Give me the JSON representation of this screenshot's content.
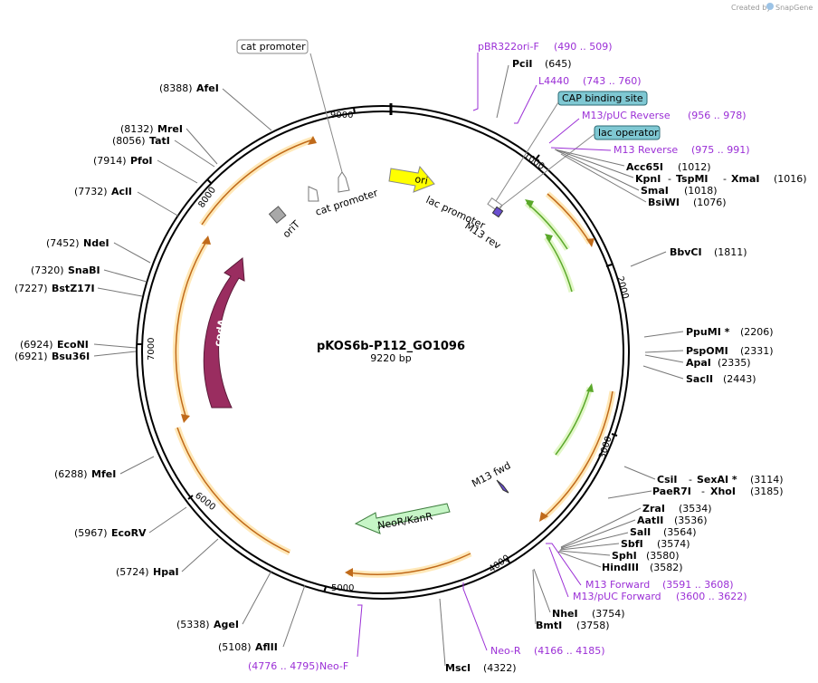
{
  "credit": {
    "prefix": "Created by",
    "brand": "SnapGene"
  },
  "plasmid": {
    "name": "pKOS6b-P112_GO1096",
    "length_label": "9220 bp",
    "length": 9220
  },
  "ticks": [
    "1000",
    "2000",
    "3000",
    "4000",
    "5000",
    "6000",
    "7000",
    "8000",
    "9000"
  ],
  "features": [
    {
      "label": "ori",
      "color": "#ffff00"
    },
    {
      "label": "lac promoter",
      "color": "#ffffff"
    },
    {
      "label": "M13 rev",
      "color": "#7b2fd6"
    },
    {
      "label": "cat promoter",
      "color": "#ffffff"
    },
    {
      "label": "oriT",
      "color": "#aaaaaa"
    },
    {
      "label": "codA",
      "color": "#9a2d60"
    },
    {
      "label": "NeoR/KanR",
      "color": "#c6f5c6"
    },
    {
      "label": "M13 fwd",
      "color": "#7b2fd6"
    }
  ],
  "boxed_labels": [
    {
      "text": "cat promoter",
      "fill": "#ffffff"
    },
    {
      "text": "CAP binding site",
      "fill": "#7fc8d3"
    },
    {
      "text": "lac operator",
      "fill": "#7fc8d3"
    }
  ],
  "primers_right": [
    {
      "name": "pBR322ori-F",
      "pos": "(490 .. 509)"
    },
    {
      "name": "L4440",
      "pos": "(743 .. 760)"
    },
    {
      "name": "M13/pUC Reverse",
      "pos": "(956 .. 978)"
    },
    {
      "name": "M13 Reverse",
      "pos": "(975 .. 991)"
    },
    {
      "name": "M13 Forward",
      "pos": "(3591 .. 3608)"
    },
    {
      "name": "M13/pUC Forward",
      "pos": "(3600 .. 3622)"
    },
    {
      "name": "Neo-R",
      "pos": "(4166 .. 4185)"
    }
  ],
  "primers_left": [
    {
      "name": "Neo-F",
      "pos": "(4776 .. 4795)"
    }
  ],
  "enzymes_right": [
    {
      "name": "PciI",
      "pos": "(645)"
    },
    {
      "name": "Acc65I",
      "pos": "(1012)"
    },
    {
      "name": "KpnI",
      "sep1": "-",
      "name2": "TspMI",
      "sep2": "-",
      "name3": "XmaI",
      "pos": "(1016)"
    },
    {
      "name": "SmaI",
      "pos": "(1018)"
    },
    {
      "name": "BsiWI",
      "pos": "(1076)"
    },
    {
      "name": "BbvCI",
      "pos": "(1811)"
    },
    {
      "name": "PpuMI *",
      "pos": "(2206)"
    },
    {
      "name": "PspOMI",
      "pos": "(2331)"
    },
    {
      "name": "ApaI",
      "pos": "(2335)"
    },
    {
      "name": "SacII",
      "pos": "(2443)"
    },
    {
      "name": "CsiI",
      "sep1": "-",
      "name2": "SexAI *",
      "pos": "(3114)"
    },
    {
      "name": "PaeR7I",
      "sep1": "-",
      "name2": "XhoI",
      "pos": "(3185)"
    },
    {
      "name": "ZraI",
      "pos": "(3534)"
    },
    {
      "name": "AatII",
      "pos": "(3536)"
    },
    {
      "name": "SalI",
      "pos": "(3564)"
    },
    {
      "name": "SbfI",
      "pos": "(3574)"
    },
    {
      "name": "SphI",
      "pos": "(3580)"
    },
    {
      "name": "HindIII",
      "pos": "(3582)"
    },
    {
      "name": "NheI",
      "pos": "(3754)"
    },
    {
      "name": "BmtI",
      "pos": "(3758)"
    },
    {
      "name": "MscI",
      "pos": "(4322)"
    }
  ],
  "enzymes_left": [
    {
      "name": "AfeI",
      "pos": "(8388)"
    },
    {
      "name": "MreI",
      "pos": "(8132)"
    },
    {
      "name": "TatI",
      "pos": "(8056)"
    },
    {
      "name": "PfoI",
      "pos": "(7914)"
    },
    {
      "name": "AclI",
      "pos": "(7732)"
    },
    {
      "name": "NdeI",
      "pos": "(7452)"
    },
    {
      "name": "SnaBI",
      "pos": "(7320)"
    },
    {
      "name": "BstZ17I",
      "pos": "(7227)"
    },
    {
      "name": "EcoNI",
      "pos": "(6924)"
    },
    {
      "name": "Bsu36I",
      "pos": "(6921)"
    },
    {
      "name": "MfeI",
      "pos": "(6288)"
    },
    {
      "name": "EcoRV",
      "pos": "(5967)"
    },
    {
      "name": "HpaI",
      "pos": "(5724)"
    },
    {
      "name": "AgeI",
      "pos": "(5338)"
    },
    {
      "name": "AflII",
      "pos": "(5108)"
    }
  ]
}
